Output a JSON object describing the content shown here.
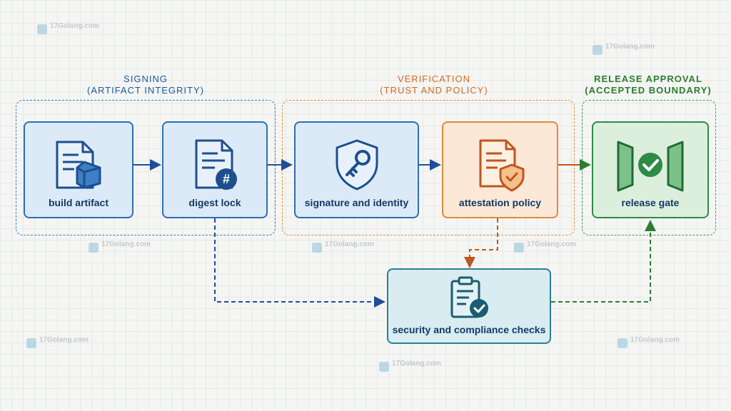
{
  "groups": {
    "signing": {
      "title_line1": "SIGNING",
      "title_line2": "(ARTIFACT INTEGRITY)",
      "color": "#1f57a3"
    },
    "verification": {
      "title_line1": "VERIFICATION",
      "title_line2": "(TRUST AND POLICY)",
      "color": "#d2691e"
    },
    "release": {
      "title_line1": "RELEASE APPROVAL",
      "title_line2": "(ACCEPTED BOUNDARY)",
      "color": "#2e7d32"
    }
  },
  "nodes": {
    "build_artifact": {
      "label": "build artifact",
      "icon": "document-package-icon"
    },
    "digest_lock": {
      "label": "digest lock",
      "icon": "document-hash-icon"
    },
    "signature_identity": {
      "label": "signature and identity",
      "icon": "shield-key-icon"
    },
    "attestation_policy": {
      "label": "attestation policy",
      "icon": "document-shield-icon"
    },
    "release_gate": {
      "label": "release gate",
      "icon": "gate-check-icon"
    },
    "security_checks": {
      "label": "security and compliance checks",
      "icon": "clipboard-check-icon"
    }
  },
  "watermark": {
    "text": "17Golang.com"
  }
}
